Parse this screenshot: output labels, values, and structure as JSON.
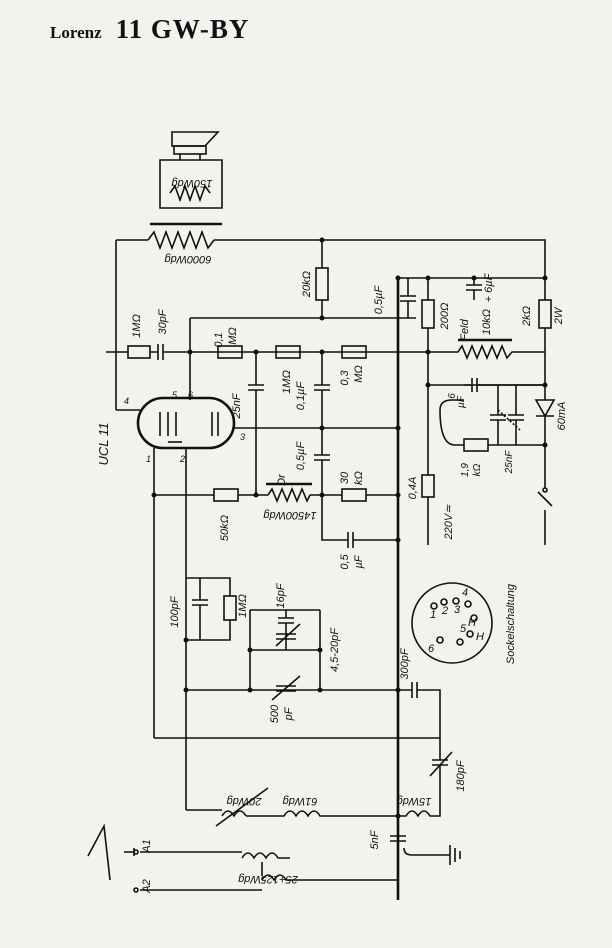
{
  "header": {
    "brand": "Lorenz",
    "model": "11 GW-BY"
  },
  "tube": {
    "name": "UCL 11",
    "pins": [
      "4",
      "5",
      "6",
      "1",
      "2",
      "3"
    ]
  },
  "components": {
    "speaker_coil": "150Wdg",
    "output_transformer": "6000Wdg",
    "r_20k": "20kΩ",
    "c_05_top": "0,5µF",
    "c_6u": "+ 6µF",
    "r_200": "200Ω",
    "feld_label": "Feld",
    "feld_value": "10kΩ",
    "r_2k": "2kΩ",
    "r_2k_watt": "2W",
    "r_1M": "1MΩ",
    "c_30p": "30pF",
    "r_01M_a": "0,1",
    "r_01M_b": "MΩ",
    "c_25n_a": "25nF",
    "r_1M_b": "1MΩ",
    "c_01u": "0,1µF",
    "r_03M_a": "0,3",
    "r_03M_b": "MΩ",
    "c_6u_b_a": "6",
    "c_6u_b_b": "µF",
    "diode": "60mA",
    "c_05u_mid_a": "0,5µF",
    "dr_label": "Dr",
    "dr_value": "14500Wdg",
    "r_30k_a": "30",
    "r_30k_b": "kΩ",
    "r_19k_a": "1,9",
    "r_19k_b": "kΩ",
    "c_25n_b": "25nF",
    "r_50k": "50kΩ",
    "fuse": "0,4A",
    "mains": "220V≃",
    "c_05u_low_a": "0,5",
    "c_05u_low_b": "µF",
    "c_100p": "100pF",
    "r_1M_c": "1MΩ",
    "c_16p": "16pF",
    "c_trim": "4,5-20pF",
    "c_500p_a": "500",
    "c_500p_b": "pF",
    "c_300p": "300pF",
    "c_180p": "180pF",
    "coil_20": "20Wdg",
    "coil_61": "61Wdg",
    "coil_15": "15Wdg",
    "c_5n": "5nF",
    "coil_ant": "25+125Wdg",
    "antenna_a1": "A1",
    "antenna_a2": "A2",
    "socket_title": "Sockelschaltung",
    "socket_pins": [
      "1",
      "2",
      "3",
      "4",
      "5",
      "H",
      "H",
      "6"
    ]
  }
}
